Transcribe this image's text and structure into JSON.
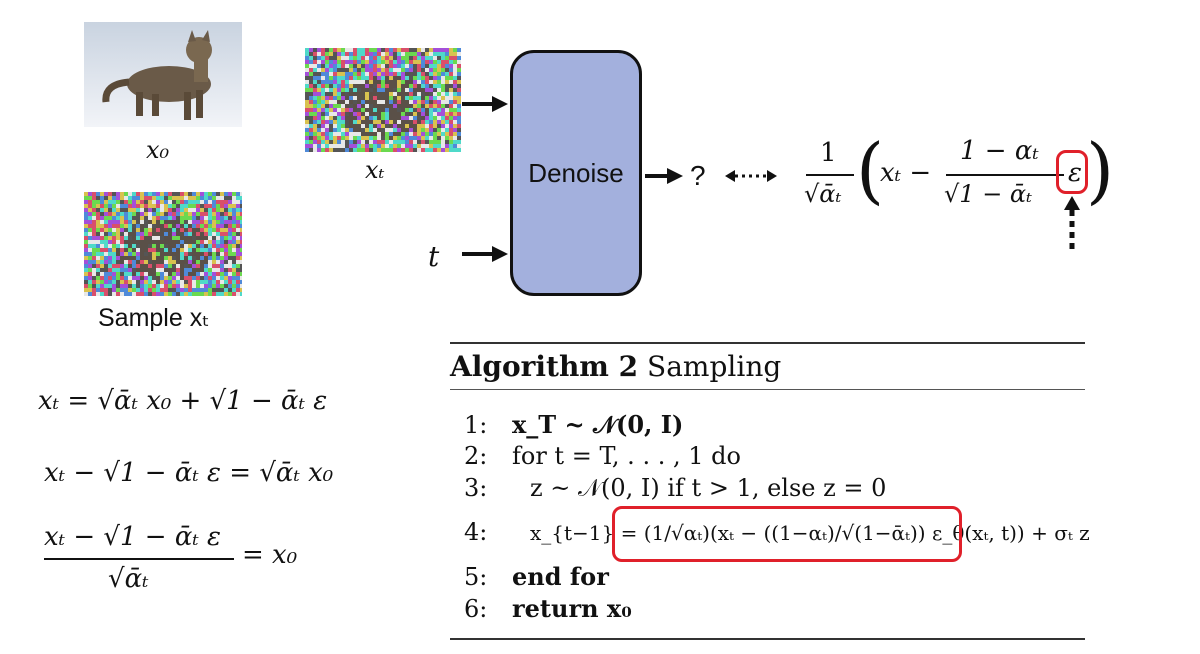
{
  "captions": {
    "x0": "x₀",
    "xt": "xₜ",
    "sample": "Sample xₜ",
    "t_input": "t"
  },
  "denoise": {
    "label": "Denoise"
  },
  "output": {
    "question": "?"
  },
  "formula_top": {
    "coef_num": "1",
    "coef_den": "√ᾱₜ",
    "xt": "xₜ −",
    "frac_num": "1 − αₜ",
    "frac_den": "√1 − ᾱₜ",
    "eps": "ε"
  },
  "equations": {
    "eq1": "xₜ = √ᾱₜ x₀ + √1 − ᾱₜ ε",
    "eq2": "xₜ − √1 − ᾱₜ ε = √ᾱₜ x₀",
    "eq3_num": "xₜ − √1 − ᾱₜ ε",
    "eq3_den": "√ᾱₜ",
    "eq3_rhs": "= x₀"
  },
  "algorithm": {
    "title_bold": "Algorithm 2",
    "title_rest": " Sampling",
    "lines": [
      {
        "num": "1:",
        "text": "x_T ~ 𝒩(0, I)"
      },
      {
        "num": "2:",
        "text": "for t = T, . . . , 1 do"
      },
      {
        "num": "3:",
        "text": "z ~ 𝒩(0, I) if t > 1, else z = 0"
      },
      {
        "num": "4:",
        "text": "x_{t−1} = (1/√αₜ)(xₜ − ((1−αₜ)/√(1−ᾱₜ)) ε_θ(xₜ, t)) + σₜ z"
      },
      {
        "num": "5:",
        "text": "end for"
      },
      {
        "num": "6:",
        "text": "return x₀"
      }
    ]
  },
  "colors": {
    "denoise_fill": "#a3b0dd",
    "highlight": "#e0202a"
  }
}
